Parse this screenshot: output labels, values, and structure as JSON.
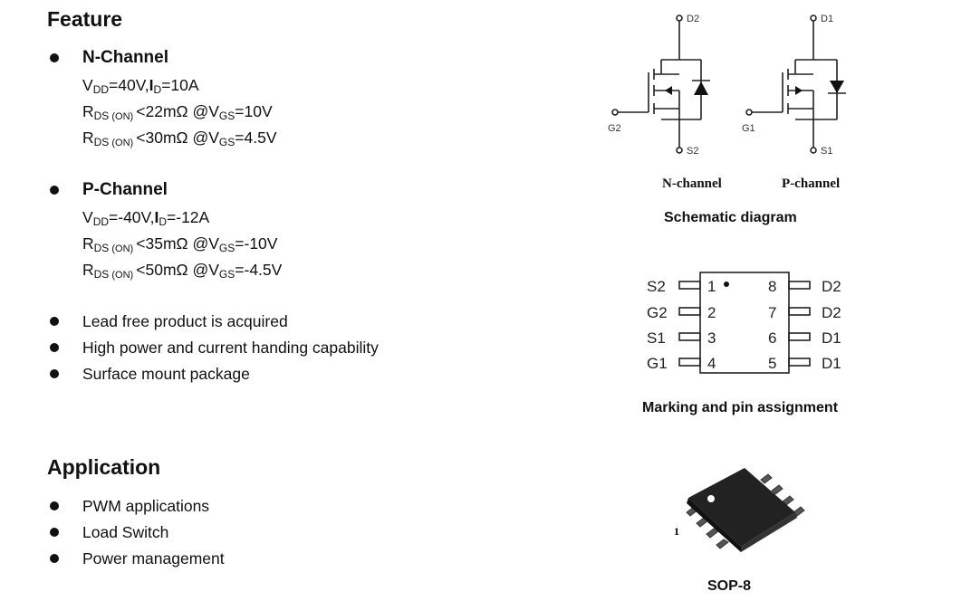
{
  "feature": {
    "title": "Feature",
    "n_channel": {
      "label": "N-Channel",
      "vdd": "V",
      "vdd_sub": "DD",
      "vdd_val": "=40V,",
      "id": "I",
      "id_sub": "D",
      "id_val": "=10A",
      "r1_pre": "R",
      "r1_sub": "DS",
      "r1_on": " (ON) ",
      "r1_val": "<22mΩ @V",
      "r1_gs": "GS",
      "r1_end": "=10V",
      "r2_pre": "R",
      "r2_sub": "DS",
      "r2_on": " (ON) ",
      "r2_val": "<30mΩ @V",
      "r2_gs": "GS",
      "r2_end": "=4.5V"
    },
    "p_channel": {
      "label": "P-Channel",
      "vdd": "V",
      "vdd_sub": "DD",
      "vdd_val": "=-40V,",
      "id": "I",
      "id_sub": "D",
      "id_val": "=-12A",
      "r1_pre": "R",
      "r1_sub": "DS",
      "r1_on": " (ON) ",
      "r1_val": "<35mΩ @V",
      "r1_gs": "GS",
      "r1_end": "=-10V",
      "r2_pre": "R",
      "r2_sub": "DS",
      "r2_on": " (ON) ",
      "r2_val": "<50mΩ @V",
      "r2_gs": "GS",
      "r2_end": "=-4.5V"
    },
    "items": [
      "Lead free product is acquired",
      "High power and current handing capability",
      "Surface mount package"
    ]
  },
  "application": {
    "title": "Application",
    "items": [
      "PWM applications",
      "Load Switch",
      "Power management"
    ]
  },
  "schematic": {
    "n_pins": {
      "drain": "D2",
      "gate": "G2",
      "source": "S2"
    },
    "p_pins": {
      "drain": "D1",
      "gate": "G1",
      "source": "S1"
    },
    "n_label": "N-channel",
    "p_label": "P-channel",
    "caption": "Schematic diagram"
  },
  "pinout": {
    "left_names": [
      "S2",
      "G2",
      "S1",
      "G1"
    ],
    "left_nums": [
      "1",
      "2",
      "3",
      "4"
    ],
    "right_nums": [
      "8",
      "7",
      "6",
      "5"
    ],
    "right_names": [
      "D2",
      "D2",
      "D1",
      "D1"
    ],
    "caption": "Marking and pin assignment"
  },
  "package": {
    "pin1_label": "1",
    "caption": "SOP-8"
  }
}
